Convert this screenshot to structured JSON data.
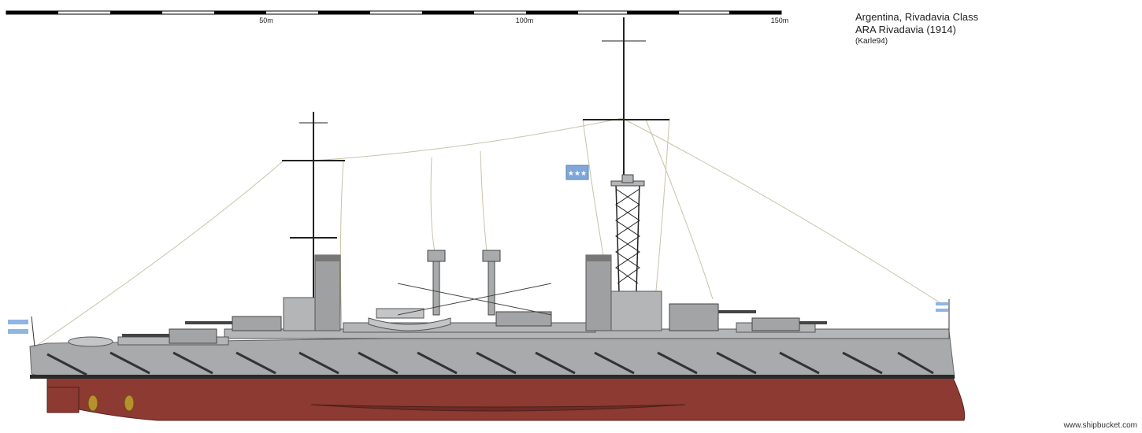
{
  "title": {
    "line1": "Argentina, Rivadavia Class",
    "line2": "ARA Rivadavia (1914)",
    "line3": "(Karle94)"
  },
  "scale": {
    "labels": [
      "50m",
      "100m",
      "150m"
    ]
  },
  "credit": "www.shipbucket.com",
  "colors": {
    "hull_grey": "#a9aaab",
    "hull_red": "#8c3a32",
    "superstructure": "#b4b5b6",
    "flag_blue": "#7fa8d8"
  }
}
